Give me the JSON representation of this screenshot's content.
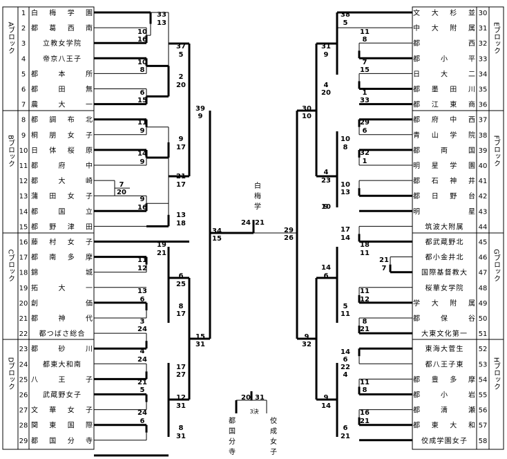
{
  "blocks_left": [
    {
      "label": "Aブロック",
      "teams": [
        {
          "seed": "1",
          "name": "白梅学園"
        },
        {
          "seed": "2",
          "name": "都葛西南"
        },
        {
          "seed": "3",
          "name": "立教女学院"
        },
        {
          "seed": "4",
          "name": "帝京八王子"
        },
        {
          "seed": "5",
          "name": "都本所"
        },
        {
          "seed": "6",
          "name": "都田無"
        },
        {
          "seed": "7",
          "name": "農大一"
        }
      ]
    },
    {
      "label": "Bブロック",
      "teams": [
        {
          "seed": "8",
          "name": "都調布北"
        },
        {
          "seed": "9",
          "name": "桐朋女子"
        },
        {
          "seed": "10",
          "name": "日体桜原"
        },
        {
          "seed": "11",
          "name": "都府中"
        },
        {
          "seed": "12",
          "name": "都大崎"
        },
        {
          "seed": "13",
          "name": "蒲田女子"
        },
        {
          "seed": "14",
          "name": "都国立"
        },
        {
          "seed": "15",
          "name": "都野津田"
        }
      ]
    },
    {
      "label": "Cブロック",
      "teams": [
        {
          "seed": "16",
          "name": "藤村女子"
        },
        {
          "seed": "17",
          "name": "都南多摩"
        },
        {
          "seed": "18",
          "name": "錦城"
        },
        {
          "seed": "19",
          "name": "拓大一"
        },
        {
          "seed": "20",
          "name": "創価"
        },
        {
          "seed": "21",
          "name": "都神代"
        },
        {
          "seed": "22",
          "name": "都つばさ総合"
        }
      ]
    },
    {
      "label": "Dブロック",
      "teams": [
        {
          "seed": "23",
          "name": "都砂川"
        },
        {
          "seed": "24",
          "name": "都東大和南"
        },
        {
          "seed": "25",
          "name": "八王子"
        },
        {
          "seed": "26",
          "name": "武蔵野女子"
        },
        {
          "seed": "27",
          "name": "文華女子"
        },
        {
          "seed": "28",
          "name": "関東国際"
        },
        {
          "seed": "29",
          "name": "都国分寺"
        }
      ]
    }
  ],
  "blocks_right": [
    {
      "label": "Eブロック",
      "teams": [
        {
          "seed": "30",
          "name": "文大杉並"
        },
        {
          "seed": "31",
          "name": "中大附属"
        },
        {
          "seed": "32",
          "name": "都西"
        },
        {
          "seed": "33",
          "name": "都小平"
        },
        {
          "seed": "34",
          "name": "日大二"
        },
        {
          "seed": "35",
          "name": "都墨田川"
        },
        {
          "seed": "36",
          "name": "都江東商"
        }
      ]
    },
    {
      "label": "Fブロック",
      "teams": [
        {
          "seed": "37",
          "name": "都府中西"
        },
        {
          "seed": "38",
          "name": "青山学院"
        },
        {
          "seed": "39",
          "name": "都両国"
        },
        {
          "seed": "40",
          "name": "明星学園"
        },
        {
          "seed": "41",
          "name": "都石神井"
        },
        {
          "seed": "42",
          "name": "都日野台"
        },
        {
          "seed": "43",
          "name": "明星"
        }
      ]
    },
    {
      "label": "Gブロック",
      "teams": [
        {
          "seed": "44",
          "name": "筑波大附属"
        },
        {
          "seed": "45",
          "name": "都武蔵野北"
        },
        {
          "seed": "46",
          "name": "都小金井北"
        },
        {
          "seed": "47",
          "name": "国際基督教大"
        },
        {
          "seed": "48",
          "name": "桜華女学院"
        },
        {
          "seed": "49",
          "name": "学大附属"
        },
        {
          "seed": "50",
          "name": "都保谷"
        },
        {
          "seed": "51",
          "name": "大東文化第一"
        }
      ]
    },
    {
      "label": "Hブロック",
      "teams": [
        {
          "seed": "52",
          "name": "東海大菅生"
        },
        {
          "seed": "53",
          "name": "都八王子東"
        },
        {
          "seed": "54",
          "name": "都豊多摩"
        },
        {
          "seed": "55",
          "name": "都小岩"
        },
        {
          "seed": "56",
          "name": "都清瀬"
        },
        {
          "seed": "57",
          "name": "都東大和"
        },
        {
          "seed": "58",
          "name": "佼成学園女子"
        }
      ]
    }
  ],
  "scores": [
    "33",
    "13",
    "10",
    "16",
    "10",
    "8",
    "6",
    "15",
    "2",
    "20",
    "37",
    "5",
    "39",
    "9",
    "11",
    "9",
    "14",
    "9",
    "9",
    "17",
    "7",
    "20",
    "9",
    "16",
    "21",
    "17",
    "13",
    "18",
    "19",
    "21",
    "11",
    "12",
    "13",
    "6",
    "3",
    "24",
    "8",
    "17",
    "6",
    "25",
    "4",
    "24",
    "21",
    "5",
    "17",
    "27",
    "24",
    "6",
    "8",
    "31",
    "12",
    "31",
    "15",
    "31",
    "34",
    "15",
    "38",
    "5",
    "11",
    "8",
    "7",
    "15",
    "1",
    "33",
    "31",
    "9",
    "4",
    "20",
    "30",
    "10",
    "29",
    "6",
    "10",
    "8",
    "32",
    "1",
    "10",
    "13",
    "4",
    "23",
    "9",
    "10",
    "17",
    "14",
    "18",
    "11",
    "21",
    "7",
    "11",
    "12",
    "8",
    "21",
    "5",
    "11",
    "14",
    "6",
    "14",
    "6",
    "22",
    "4",
    "11",
    "8",
    "16",
    "21",
    "6",
    "21",
    "9",
    "14",
    "9",
    "32",
    "29",
    "26",
    "24",
    "21",
    "20",
    "31"
  ],
  "champion": {
    "name": "白梅学"
  },
  "third_place": {
    "label": "3決",
    "left_team": "都国分寺",
    "right_team": "佼成女子"
  }
}
